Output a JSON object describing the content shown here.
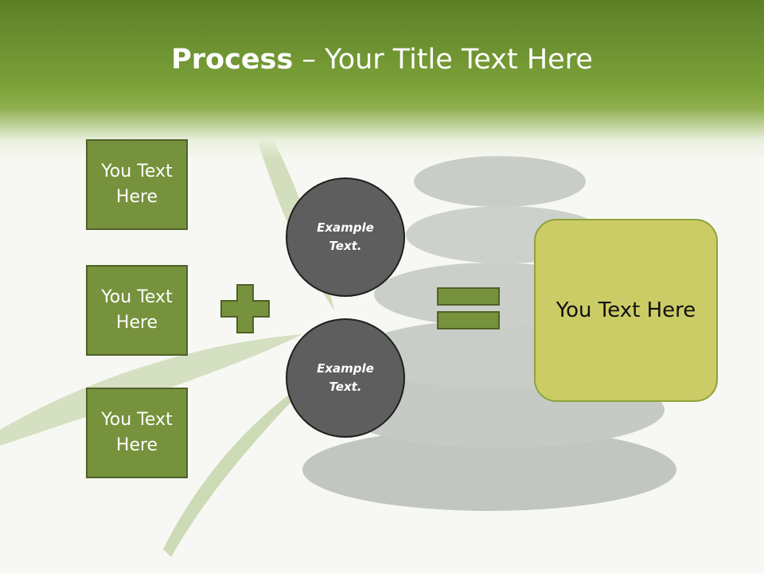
{
  "title": {
    "bold": "Process",
    "rest": " – Your Title Text Here"
  },
  "inputs": [
    {
      "label": "You Text Here"
    },
    {
      "label": "You Text Here"
    },
    {
      "label": "You Text Here"
    }
  ],
  "circles": [
    {
      "label": "Example Text."
    },
    {
      "label": "Example Text."
    }
  ],
  "result": {
    "label": "You Text Here"
  },
  "colors": {
    "header_green": "#7ca23a",
    "box_fill": "#76923c",
    "box_border": "#4f6228",
    "circle_fill": "#5e5e5e",
    "result_fill": "#cccc66",
    "operator_fill": "#76923c"
  },
  "operators": {
    "first": "plus-icon",
    "second": "equals-icon"
  }
}
